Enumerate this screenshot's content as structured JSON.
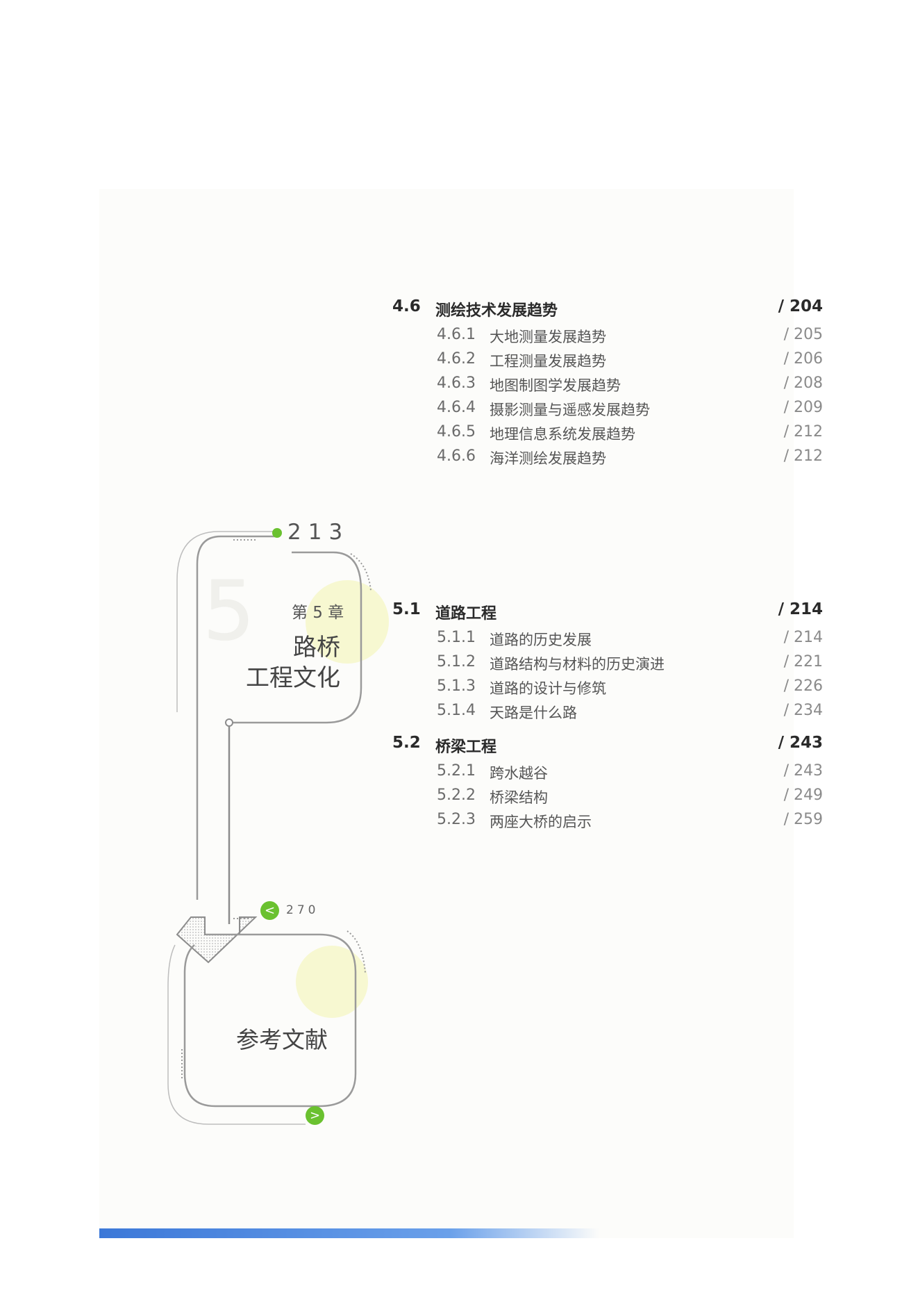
{
  "toc_top": [
    {
      "num": "4.6",
      "title": "测绘技术发展趋势",
      "page": "/ 204",
      "subs": [
        {
          "num": "4.6.1",
          "title": "大地测量发展趋势",
          "page": "/ 205"
        },
        {
          "num": "4.6.2",
          "title": "工程测量发展趋势",
          "page": "/ 206"
        },
        {
          "num": "4.6.3",
          "title": "地图制图学发展趋势",
          "page": "/ 208"
        },
        {
          "num": "4.6.4",
          "title": "摄影测量与遥感发展趋势",
          "page": "/ 209"
        },
        {
          "num": "4.6.5",
          "title": "地理信息系统发展趋势",
          "page": "/ 212"
        },
        {
          "num": "4.6.6",
          "title": "海洋测绘发展趋势",
          "page": "/ 212"
        }
      ]
    }
  ],
  "chapter": {
    "number": "5",
    "label": "第 5 章",
    "title_line1": "路桥",
    "title_line2": "工程文化",
    "start_page": "213"
  },
  "toc_ch5": [
    {
      "num": "5.1",
      "title": "道路工程",
      "page": "/ 214",
      "subs": [
        {
          "num": "5.1.1",
          "title": "道路的历史发展",
          "page": "/ 214"
        },
        {
          "num": "5.1.2",
          "title": "道路结构与材料的历史演进",
          "page": "/ 221"
        },
        {
          "num": "5.1.3",
          "title": "道路的设计与修筑",
          "page": "/ 226"
        },
        {
          "num": "5.1.4",
          "title": "天路是什么路",
          "page": "/ 234"
        }
      ]
    },
    {
      "num": "5.2",
      "title": "桥梁工程",
      "page": "/ 243",
      "subs": [
        {
          "num": "5.2.1",
          "title": "跨水越谷",
          "page": "/ 243"
        },
        {
          "num": "5.2.2",
          "title": "桥梁结构",
          "page": "/ 249"
        },
        {
          "num": "5.2.3",
          "title": "两座大桥的启示",
          "page": "/ 259"
        }
      ]
    }
  ],
  "references": {
    "title": "参考文献",
    "page": "270",
    "prev_glyph": "<",
    "next_glyph": ">"
  },
  "colors": {
    "accent_green": "#6ac12f",
    "highlight_yellow": "#f6f7c9",
    "bottom_bar_blue": "#3c78d8"
  }
}
